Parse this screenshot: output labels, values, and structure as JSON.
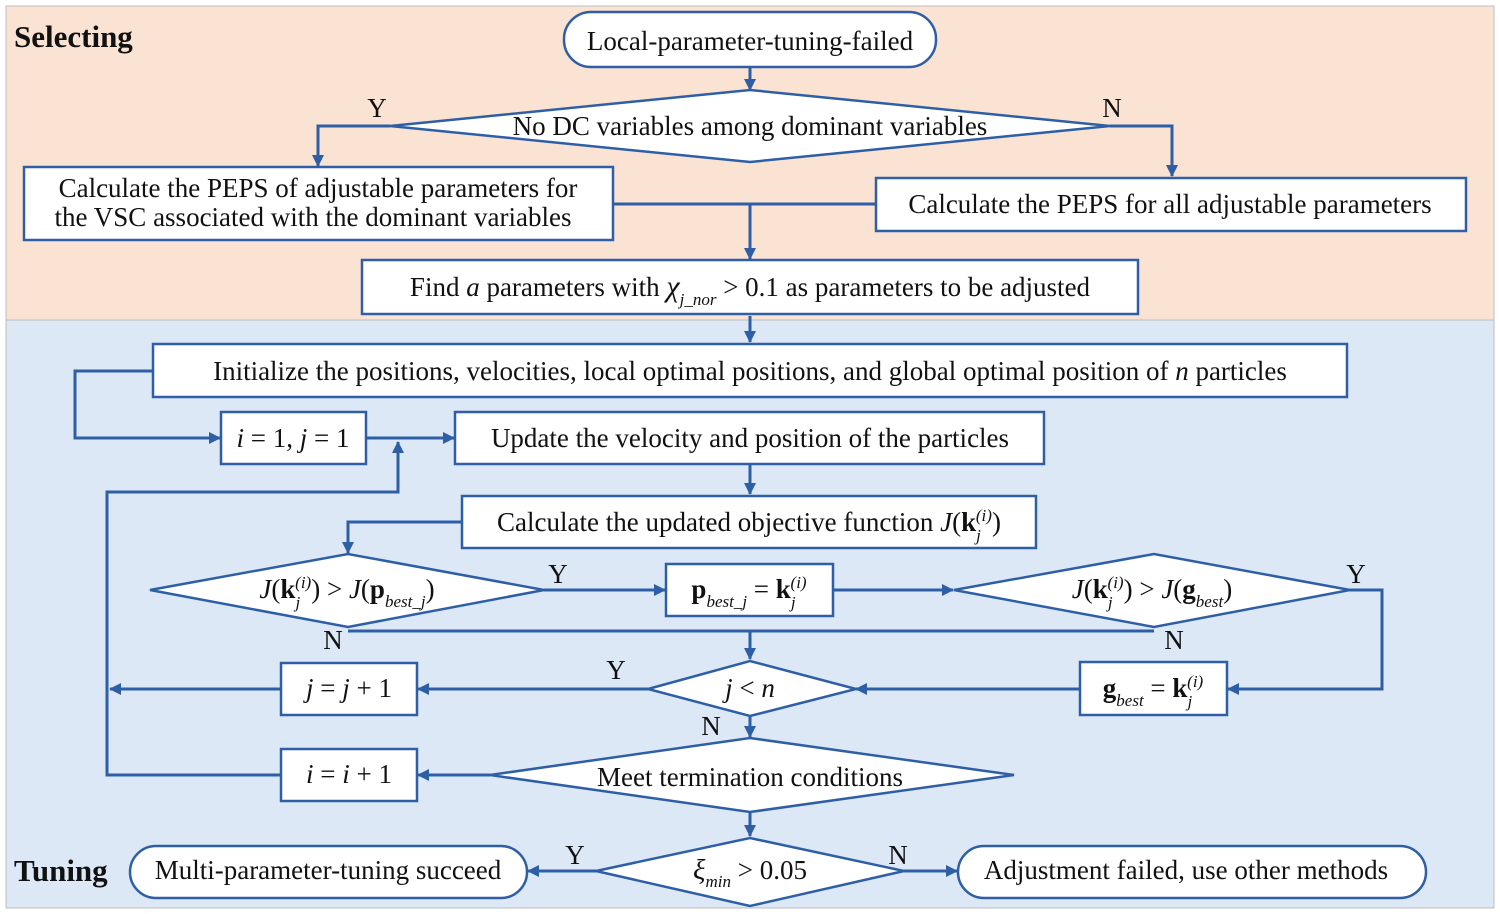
{
  "zones": {
    "selecting": "Selecting",
    "tuning": "Tuning"
  },
  "colors": {
    "selecting_bg": "#fbe3d3",
    "tuning_bg": "#dce8f5",
    "line": "#2e5fa6",
    "box_fill": "#ffffff",
    "text": "#111111"
  },
  "nodes": {
    "start": "Local-parameter-tuning-failed",
    "dc_check": "No DC variables among dominant variables",
    "peps_vsc_line1": "Calculate the PEPS of adjustable parameters for",
    "peps_vsc_line2": "the VSC associated with the dominant variables",
    "peps_all": "Calculate the PEPS for all adjustable parameters",
    "find_a": "Find a parameters with χj_nor > 0.1 as parameters to be adjusted",
    "initialize": "Initialize the positions, velocities, local optimal positions, and global optimal position of n particles",
    "init_ij": "i = 1, j = 1",
    "update": "Update the velocity and position of the particles",
    "calc_obj": "Calculate the updated objective function J(kj(i))",
    "cmp_pbest": "J(kj(i)) > J(pbest_j)",
    "set_pbest": "pbest_j = kj(i)",
    "cmp_gbest": "J(kj(i)) > J(gbest)",
    "set_gbest": "gbest = kj(i)",
    "j_lt_n": "j < n",
    "j_inc": "j = j + 1",
    "i_inc": "i = i + 1",
    "terminate": "Meet termination conditions",
    "xi_check": "ξmin > 0.05",
    "success": "Multi-parameter-tuning succeed",
    "failed": "Adjustment failed, use other methods"
  },
  "branch": {
    "yes": "Y",
    "no": "N"
  }
}
